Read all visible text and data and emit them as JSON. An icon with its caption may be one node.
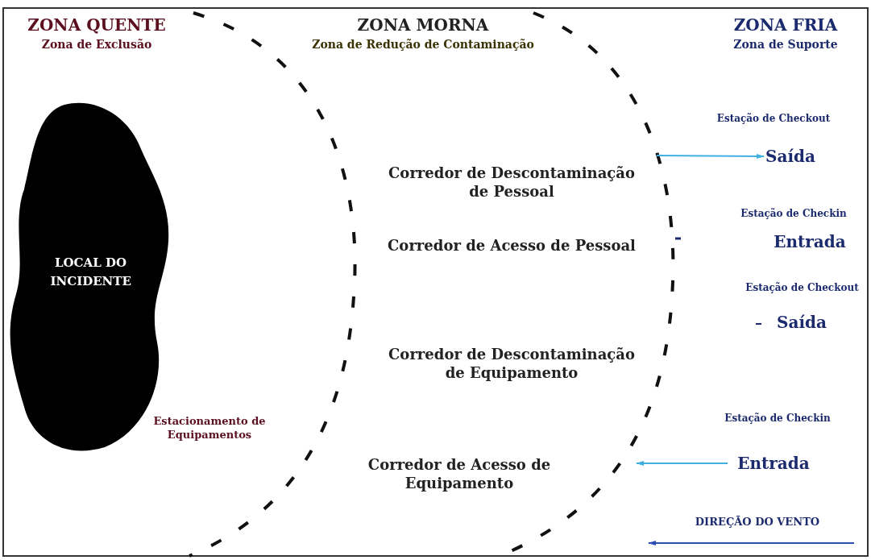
{
  "diagram": {
    "nodes": [
      {
        "text": [
          "LOCAL DO INCIDENTE"
        ]
      },
      {
        "text": [
          "Saída"
        ]
      },
      {
        "text": [
          "Entrada"
        ]
      }
    ],
    "edges": [
      {
        "from": null,
        "to": 1,
        "arrow": "to",
        "color": "#3fb0e0"
      },
      {
        "from": 2,
        "to": null,
        "arrow": "to",
        "color": "#3fb0e0"
      }
    ],
    "labels": [
      "ZONA QUENTE",
      "Zona de Exclusão",
      "ZONA MORNA",
      "Zona de Redução de Contaminação",
      "ZONA FRIA",
      "Zona de Suporte",
      "Estação de Checkout",
      "Corredor de Descontaminação de Pessoal",
      "Estação de Checkin",
      "Entrada",
      "Corredor de Acesso de Pessoal",
      "Estação de Checkout",
      "Saída",
      "Corredor de Descontaminação de Equipamento",
      "Estação de Checkin",
      "Corredor de Acesso de Equipamento",
      "Estacionamento de Equipamentos",
      "DIREÇÃO DO VENTO"
    ]
  }
}
